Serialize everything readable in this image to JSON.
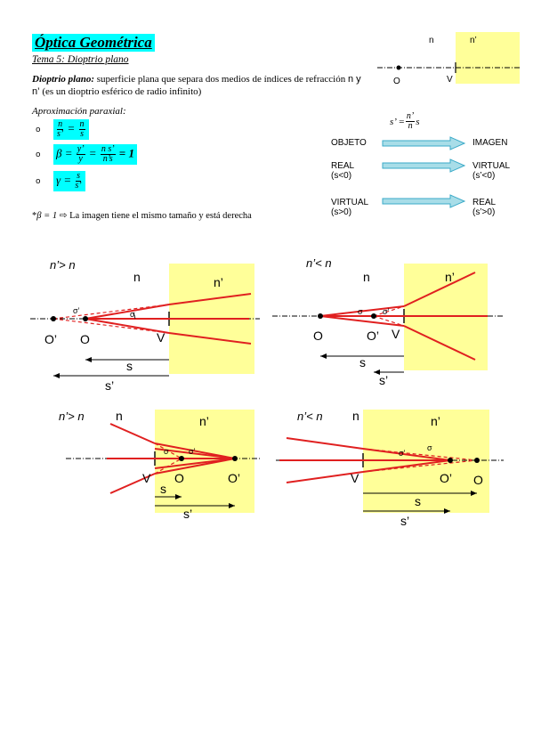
{
  "header": {
    "title": "Óptica Geométrica",
    "subtitle": "Tema 5: Dioptrio plano"
  },
  "definition": {
    "term": "Dioptrio plano:",
    "text": " superficie plana que separa dos medios de índices de refracción ",
    "media": "n y n’",
    "tail": " (es un dioptrio esférico de radio infinito)"
  },
  "approx": {
    "label": "Aproximación paraxial:",
    "bullet": "o",
    "f1": {
      "lhs_num": "n",
      "lhs_den": "s’",
      "eq": "=",
      "rhs_num": "n",
      "rhs_den": "s"
    },
    "f2": {
      "beta": "β =",
      "a_num": "y’",
      "a_den": "y",
      "eq1": "=",
      "b_num": "n s’",
      "b_den": "n’s",
      "eq2": "= 1"
    },
    "f3": {
      "gamma": "γ =",
      "num": "s",
      "den": "s’"
    }
  },
  "note": {
    "star": "*",
    "beta_eq": "β = 1",
    "arrow": "⇨",
    "text": " La imagen tiene el mismo tamaño y está derecha"
  },
  "top_diagram": {
    "n": "n",
    "n_prime": "n’",
    "o": "O",
    "v": "V"
  },
  "relation": {
    "lhs": "s’ =",
    "num": "n’",
    "den": "n",
    "tail": "s"
  },
  "table": {
    "rows": [
      {
        "left": "OBJETO",
        "right": "IMAGEN"
      },
      {
        "left": "REAL",
        "left2": "(s<0)",
        "right": "VIRTUAL",
        "right2": "(s’<0)"
      },
      {
        "left": "VIRTUAL",
        "left2": "(s>0)",
        "right": "REAL",
        "right2": "(s’>0)"
      }
    ]
  },
  "colors": {
    "cyan": "#00ffff",
    "yellow": "#ffff99",
    "ray": "#e02020",
    "arrow_fill": "#a8dde8",
    "arrow_stroke": "#3aaac8"
  },
  "diagrams": {
    "d1": {
      "cond": "n’> n",
      "n": "n",
      "np": "n’",
      "op": "O’",
      "o": "O",
      "v": "V",
      "s": "s",
      "sp": "s’",
      "sig": "σ",
      "sigp": "σ’"
    },
    "d2": {
      "cond": "n’< n",
      "n": "n",
      "np": "n’",
      "o": "O",
      "op": "O’",
      "v": "V",
      "s": "s",
      "sp": "s’",
      "sig": "σ",
      "sigp": "σ’"
    },
    "d3": {
      "cond": "n’> n",
      "n": "n",
      "np": "n’",
      "v": "V",
      "o": "O",
      "op": "O’",
      "s": "s",
      "sp": "s’",
      "sig": "σ",
      "sigp": "σ’"
    },
    "d4": {
      "cond": "n’< n",
      "n": "n",
      "np": "n’",
      "v": "V",
      "op": "O’",
      "o": "O",
      "s": "s",
      "sp": "s’",
      "sig": "σ",
      "sigp": "σ’"
    }
  }
}
